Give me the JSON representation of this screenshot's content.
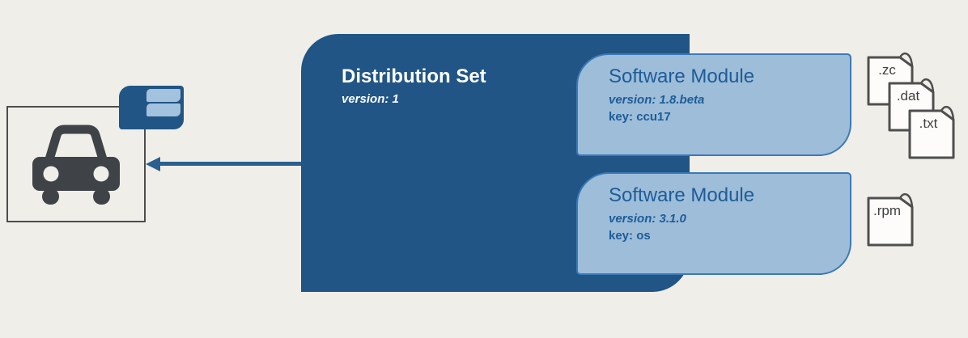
{
  "colors": {
    "background": "#efeee9",
    "distribution_set_fill": "#215585",
    "distribution_set_text": "#ffffff",
    "module_fill": "#9dbdd9",
    "module_border": "#3a79b8",
    "module_text": "#1e5c98",
    "arrow": "#2a5f8f",
    "target_box_border": "#4d4d4d",
    "car_icon": "#3f4347",
    "file_outline": "#4f4f4f"
  },
  "distribution_set": {
    "title": "Distribution Set",
    "version": "version: 1"
  },
  "modules": [
    {
      "title": "Software Module",
      "version": "version: 1.8.beta",
      "key": "key: ccu17"
    },
    {
      "title": "Software Module",
      "version": "version: 3.1.0",
      "key": "key: os"
    }
  ],
  "files": {
    "stack": [
      ".zc",
      ".dat",
      ".txt"
    ],
    "single": [
      ".rpm"
    ]
  },
  "icons": {
    "target": "car-icon",
    "badge": "distribution-set-badge-icon",
    "arrow": "arrow-left-icon",
    "artifact": "file-icon"
  }
}
